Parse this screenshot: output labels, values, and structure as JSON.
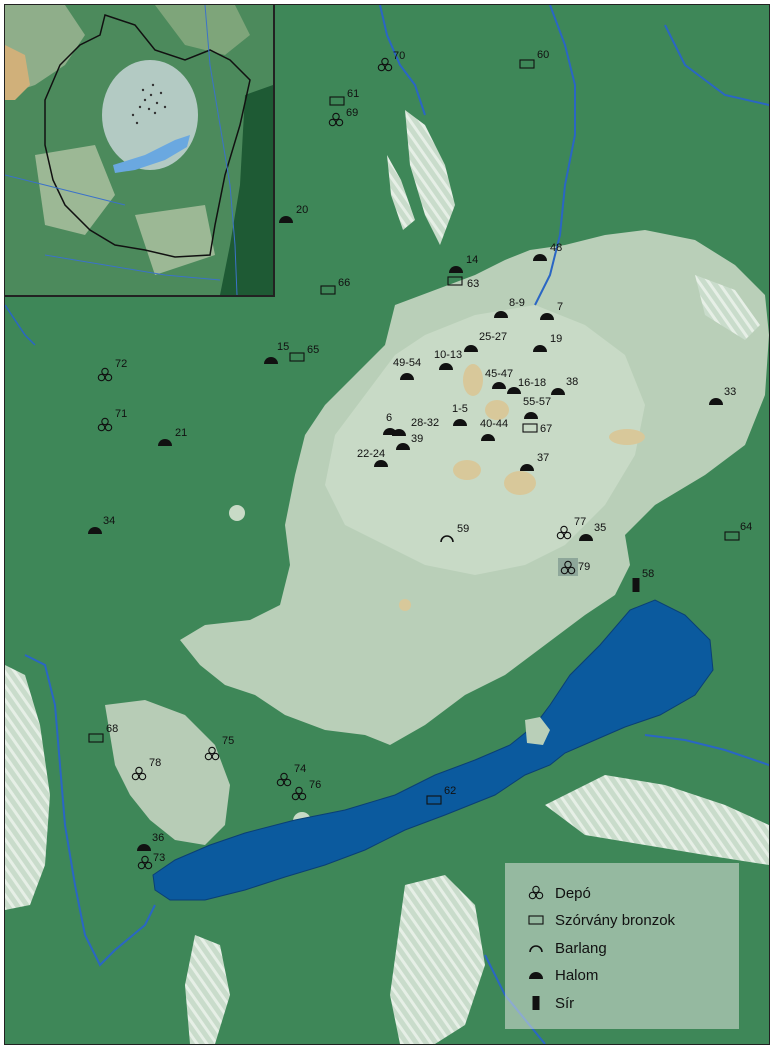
{
  "legend": {
    "items": [
      {
        "type": "depo",
        "label": "Depó"
      },
      {
        "type": "szorvany",
        "label": "Szórvány bronzok"
      },
      {
        "type": "barlang",
        "label": "Barlang"
      },
      {
        "type": "halom",
        "label": "Halom"
      },
      {
        "type": "sir",
        "label": "Sír"
      }
    ]
  },
  "colors": {
    "lowland": "#3e8758",
    "highland": "#c3d6c0",
    "peaks": "#d8c89a",
    "lake": "#0b5a9e",
    "river": "#1f5fbf",
    "symbol": "#111111"
  },
  "sites": [
    {
      "type": "depo",
      "label": "70"
    },
    {
      "type": "szorvany",
      "label": "60"
    },
    {
      "type": "szorvany",
      "label": "61"
    },
    {
      "type": "depo",
      "label": "69"
    },
    {
      "type": "halom",
      "label": "20"
    },
    {
      "type": "halom",
      "label": "14"
    },
    {
      "type": "szorvany",
      "label": "63"
    },
    {
      "type": "halom",
      "label": "48"
    },
    {
      "type": "szorvany",
      "label": "66"
    },
    {
      "type": "halom",
      "label": "8-9"
    },
    {
      "type": "halom",
      "label": "7"
    },
    {
      "type": "halom",
      "label": "25-27"
    },
    {
      "type": "halom",
      "label": "19"
    },
    {
      "type": "halom",
      "label": "15"
    },
    {
      "type": "szorvany",
      "label": "65"
    },
    {
      "type": "halom",
      "label": "10-13"
    },
    {
      "type": "halom",
      "label": "49-54"
    },
    {
      "type": "halom",
      "label": "45-47"
    },
    {
      "type": "halom",
      "label": "16-18"
    },
    {
      "type": "halom",
      "label": "38"
    },
    {
      "type": "depo",
      "label": "72"
    },
    {
      "type": "halom",
      "label": "33"
    },
    {
      "type": "halom",
      "label": "55-57"
    },
    {
      "type": "szorvany",
      "label": "67"
    },
    {
      "type": "halom",
      "label": "1-5"
    },
    {
      "type": "halom",
      "label": "40-44"
    },
    {
      "type": "halom",
      "label": "6"
    },
    {
      "type": "halom",
      "label": "28-32"
    },
    {
      "type": "depo",
      "label": "71"
    },
    {
      "type": "halom",
      "label": "21"
    },
    {
      "type": "halom",
      "label": "39"
    },
    {
      "type": "halom",
      "label": "22-24"
    },
    {
      "type": "halom",
      "label": "37"
    },
    {
      "type": "halom",
      "label": "34"
    },
    {
      "type": "barlang",
      "label": "59"
    },
    {
      "type": "depo",
      "label": "77"
    },
    {
      "type": "halom",
      "label": "35"
    },
    {
      "type": "szorvany",
      "label": "64"
    },
    {
      "type": "depo",
      "label": "79"
    },
    {
      "type": "sir",
      "label": "58"
    },
    {
      "type": "szorvany",
      "label": "68"
    },
    {
      "type": "depo",
      "label": "75"
    },
    {
      "type": "depo",
      "label": "78"
    },
    {
      "type": "depo",
      "label": "74"
    },
    {
      "type": "depo",
      "label": "76"
    },
    {
      "type": "szorvany",
      "label": "62"
    },
    {
      "type": "halom",
      "label": "36"
    },
    {
      "type": "depo",
      "label": "73"
    }
  ]
}
